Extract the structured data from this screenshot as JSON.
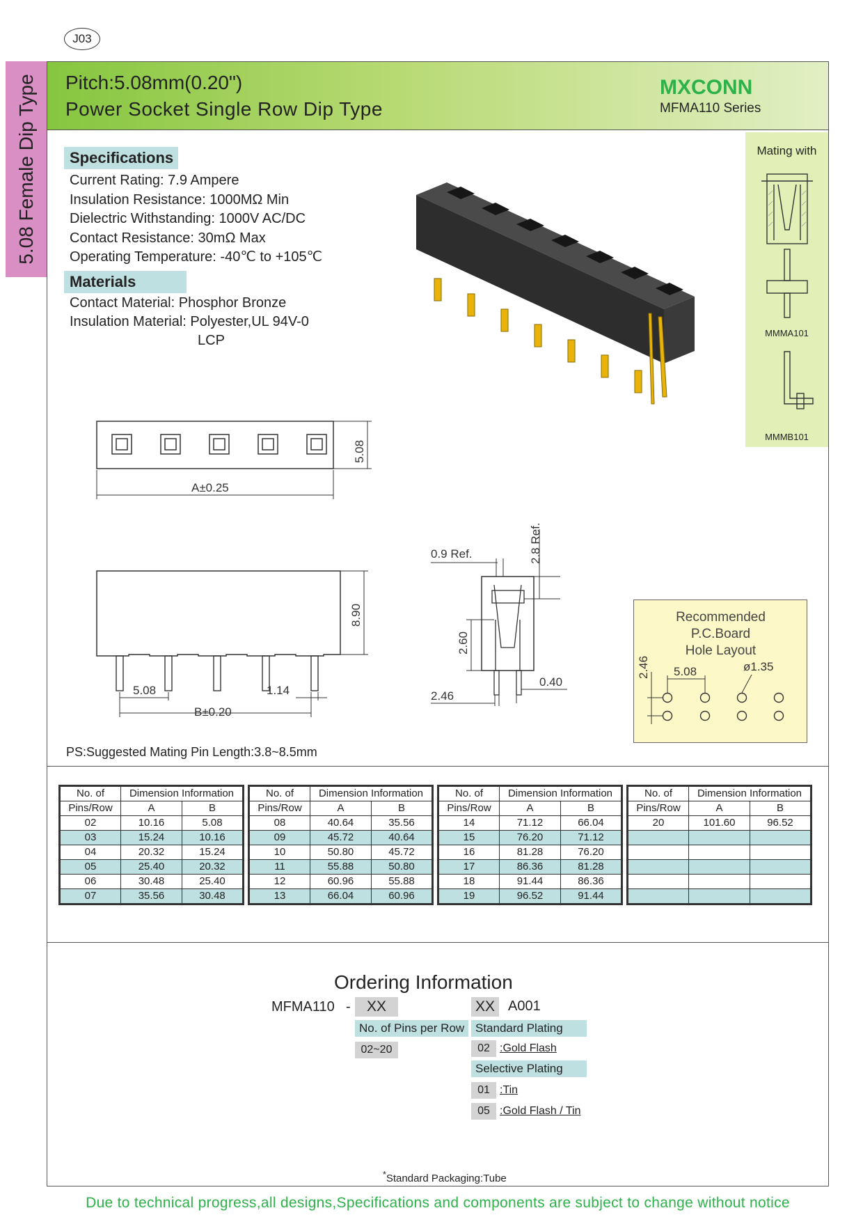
{
  "page_code": "J03",
  "side_tab": "5.08 Female Dip Type",
  "header": {
    "title_line1": "Pitch:5.08mm(0.20\")",
    "title_line2": "Power Socket Single Row Dip Type",
    "brand": "MXCONN",
    "series": "MFMA110 Series"
  },
  "specifications": {
    "label": "Specifications",
    "lines": [
      "Current Rating: 7.9 Ampere",
      "Insulation Resistance: 1000MΩ Min",
      "Dielectric Withstanding: 1000V AC/DC",
      "Contact  Resistance: 30mΩ Max",
      "Operating Temperature: -40℃ to +105℃"
    ]
  },
  "materials": {
    "label": "Materials",
    "lines": [
      "Contact Material: Phosphor Bronze",
      "Insulation Material: Polyester,UL 94V-0",
      "LCP"
    ]
  },
  "mating": {
    "title": "Mating with",
    "part_a": "MMMA101",
    "part_b": "MMMB101"
  },
  "drawing_labels": {
    "top_height": "5.08",
    "top_length": "A±0.25",
    "front_height": "8.90",
    "front_pitch": "5.08",
    "front_pin": "1.14",
    "front_length": "B±0.20",
    "side_top": "0.9  Ref.",
    "side_ref": "2.8  Ref.",
    "side_height": "2.60",
    "side_tail": "2.46",
    "side_pin": "0.40"
  },
  "pcb": {
    "title_line1": "Recommended  P.C.Board",
    "title_line2": "Hole  Layout",
    "dim_v": "2.46",
    "dim_pitch": "5.08",
    "dim_hole": "ø1.35"
  },
  "ps_note": "PS:Suggested Mating Pin Length:3.8~8.5mm",
  "dimension_table": {
    "h_pins": [
      "No. of",
      "Pins/Row"
    ],
    "h_dim": "Dimension Information",
    "h_a": "A",
    "h_b": "B",
    "blocks": [
      [
        [
          "02",
          "10.16",
          "5.08"
        ],
        [
          "03",
          "15.24",
          "10.16"
        ],
        [
          "04",
          "20.32",
          "15.24"
        ],
        [
          "05",
          "25.40",
          "20.32"
        ],
        [
          "06",
          "30.48",
          "25.40"
        ],
        [
          "07",
          "35.56",
          "30.48"
        ]
      ],
      [
        [
          "08",
          "40.64",
          "35.56"
        ],
        [
          "09",
          "45.72",
          "40.64"
        ],
        [
          "10",
          "50.80",
          "45.72"
        ],
        [
          "11",
          "55.88",
          "50.80"
        ],
        [
          "12",
          "60.96",
          "55.88"
        ],
        [
          "13",
          "66.04",
          "60.96"
        ]
      ],
      [
        [
          "14",
          "71.12",
          "66.04"
        ],
        [
          "15",
          "76.20",
          "71.12"
        ],
        [
          "16",
          "81.28",
          "76.20"
        ],
        [
          "17",
          "86.36",
          "81.28"
        ],
        [
          "18",
          "91.44",
          "86.36"
        ],
        [
          "19",
          "96.52",
          "91.44"
        ]
      ],
      [
        [
          "20",
          "101.60",
          "96.52"
        ],
        [
          "",
          "",
          ""
        ],
        [
          "",
          "",
          ""
        ],
        [
          "",
          "",
          ""
        ],
        [
          "",
          "",
          ""
        ],
        [
          "",
          "",
          ""
        ]
      ]
    ]
  },
  "ordering": {
    "title": "Ordering Information",
    "part_prefix": "MFMA110",
    "dash": "-",
    "box1": "XX",
    "box2": "XX",
    "suffix": "A001",
    "pins_label": "No. of Pins per Row",
    "pins_range": "02~20",
    "standard_label": "Standard Plating",
    "standard_code": "02",
    "standard_desc": ":Gold Flash",
    "selective_label": "Selective Plating",
    "sel1_code": "01",
    "sel1_desc": ":Tin",
    "sel2_code": "05",
    "sel2_desc": ":Gold Flash / Tin"
  },
  "packaging_star": "*",
  "packaging": "Standard Packaging:Tube",
  "notice": "Due to technical progress,all designs,Specifications and components are subject to change without notice"
}
